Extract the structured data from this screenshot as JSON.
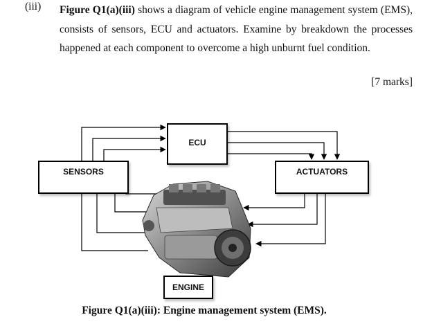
{
  "question": {
    "number": "(iii)",
    "figure_ref": "Figure Q1(a)(iii)",
    "text": "shows a diagram of vehicle engine management system (EMS), consists of sensors, ECU and actuators. Examine by breakdown the processes happened at each component to overcome a high unburnt fuel condition.",
    "marks": "[7 marks]"
  },
  "diagram": {
    "ecu_label": "ECU",
    "sensors_label": "SENSORS",
    "actuators_label": "ACTUATORS",
    "engine_label": "ENGINE",
    "engine_image": "engine-illustration"
  },
  "caption": "Figure Q1(a)(iii): Engine management system (EMS)."
}
